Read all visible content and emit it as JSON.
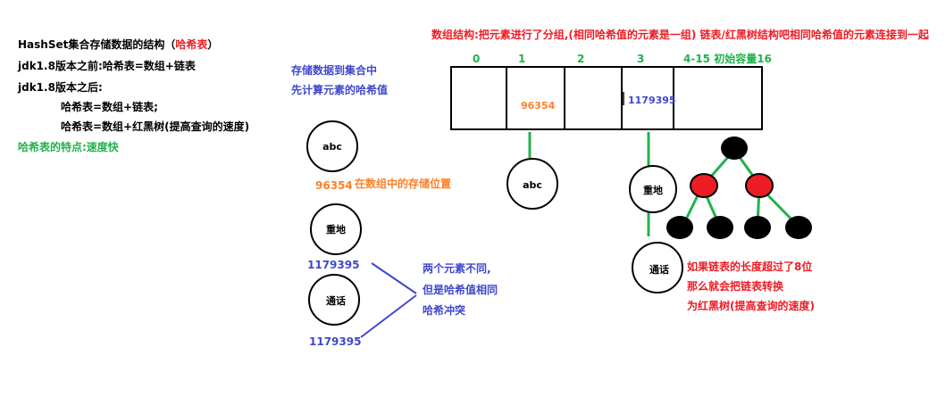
{
  "left_notes": {
    "title_prefix": "HashSet集合存储数据的结构（",
    "title_highlight": "哈希表",
    "title_suffix": "）",
    "before_18": "jdk1.8版本之前:哈希表=数组+链表",
    "after_18": "jdk1.8版本之后:",
    "after_line1": "哈希表=数组+链表;",
    "after_line2": "哈希表=数组+红黑树(提高查询的速度)",
    "feature": "哈希表的特点:速度快"
  },
  "middle_notes": {
    "store_line1": "存储数据到集合中",
    "store_line2": "先计算元素的哈希值",
    "abc_hash": "96354",
    "abc_position_label": "在数组中的存储位置",
    "zhongdi_hash": "1179395",
    "tonghua_hash": "1179395",
    "conflict_line1": "两个元素不同,",
    "conflict_line2": "但是哈希值相同",
    "conflict_line3": "哈希冲突"
  },
  "elements": {
    "abc": "abc",
    "zhongdi": "重地",
    "tonghua": "通话"
  },
  "array": {
    "header_note": "数组结构:把元素进行了分组,(相同哈希值的元素是一组) 链表/红黑树结构吧相同哈希值的元素连接到一起",
    "indices": [
      "0",
      "1",
      "2",
      "3",
      "4-15 初始容量16"
    ],
    "cell1_value": "96354",
    "cell3_value": "1179395"
  },
  "tree_note": {
    "line1": "如果链表的长度超过了8位",
    "line2": "那么就会把链表转换",
    "line3": "为红黑树(提高查询的速度)"
  },
  "colors": {
    "red": "#ee1c24",
    "green": "#22b14c",
    "blue": "#3f48cc",
    "orange": "#ff7f27",
    "black": "#000000"
  }
}
